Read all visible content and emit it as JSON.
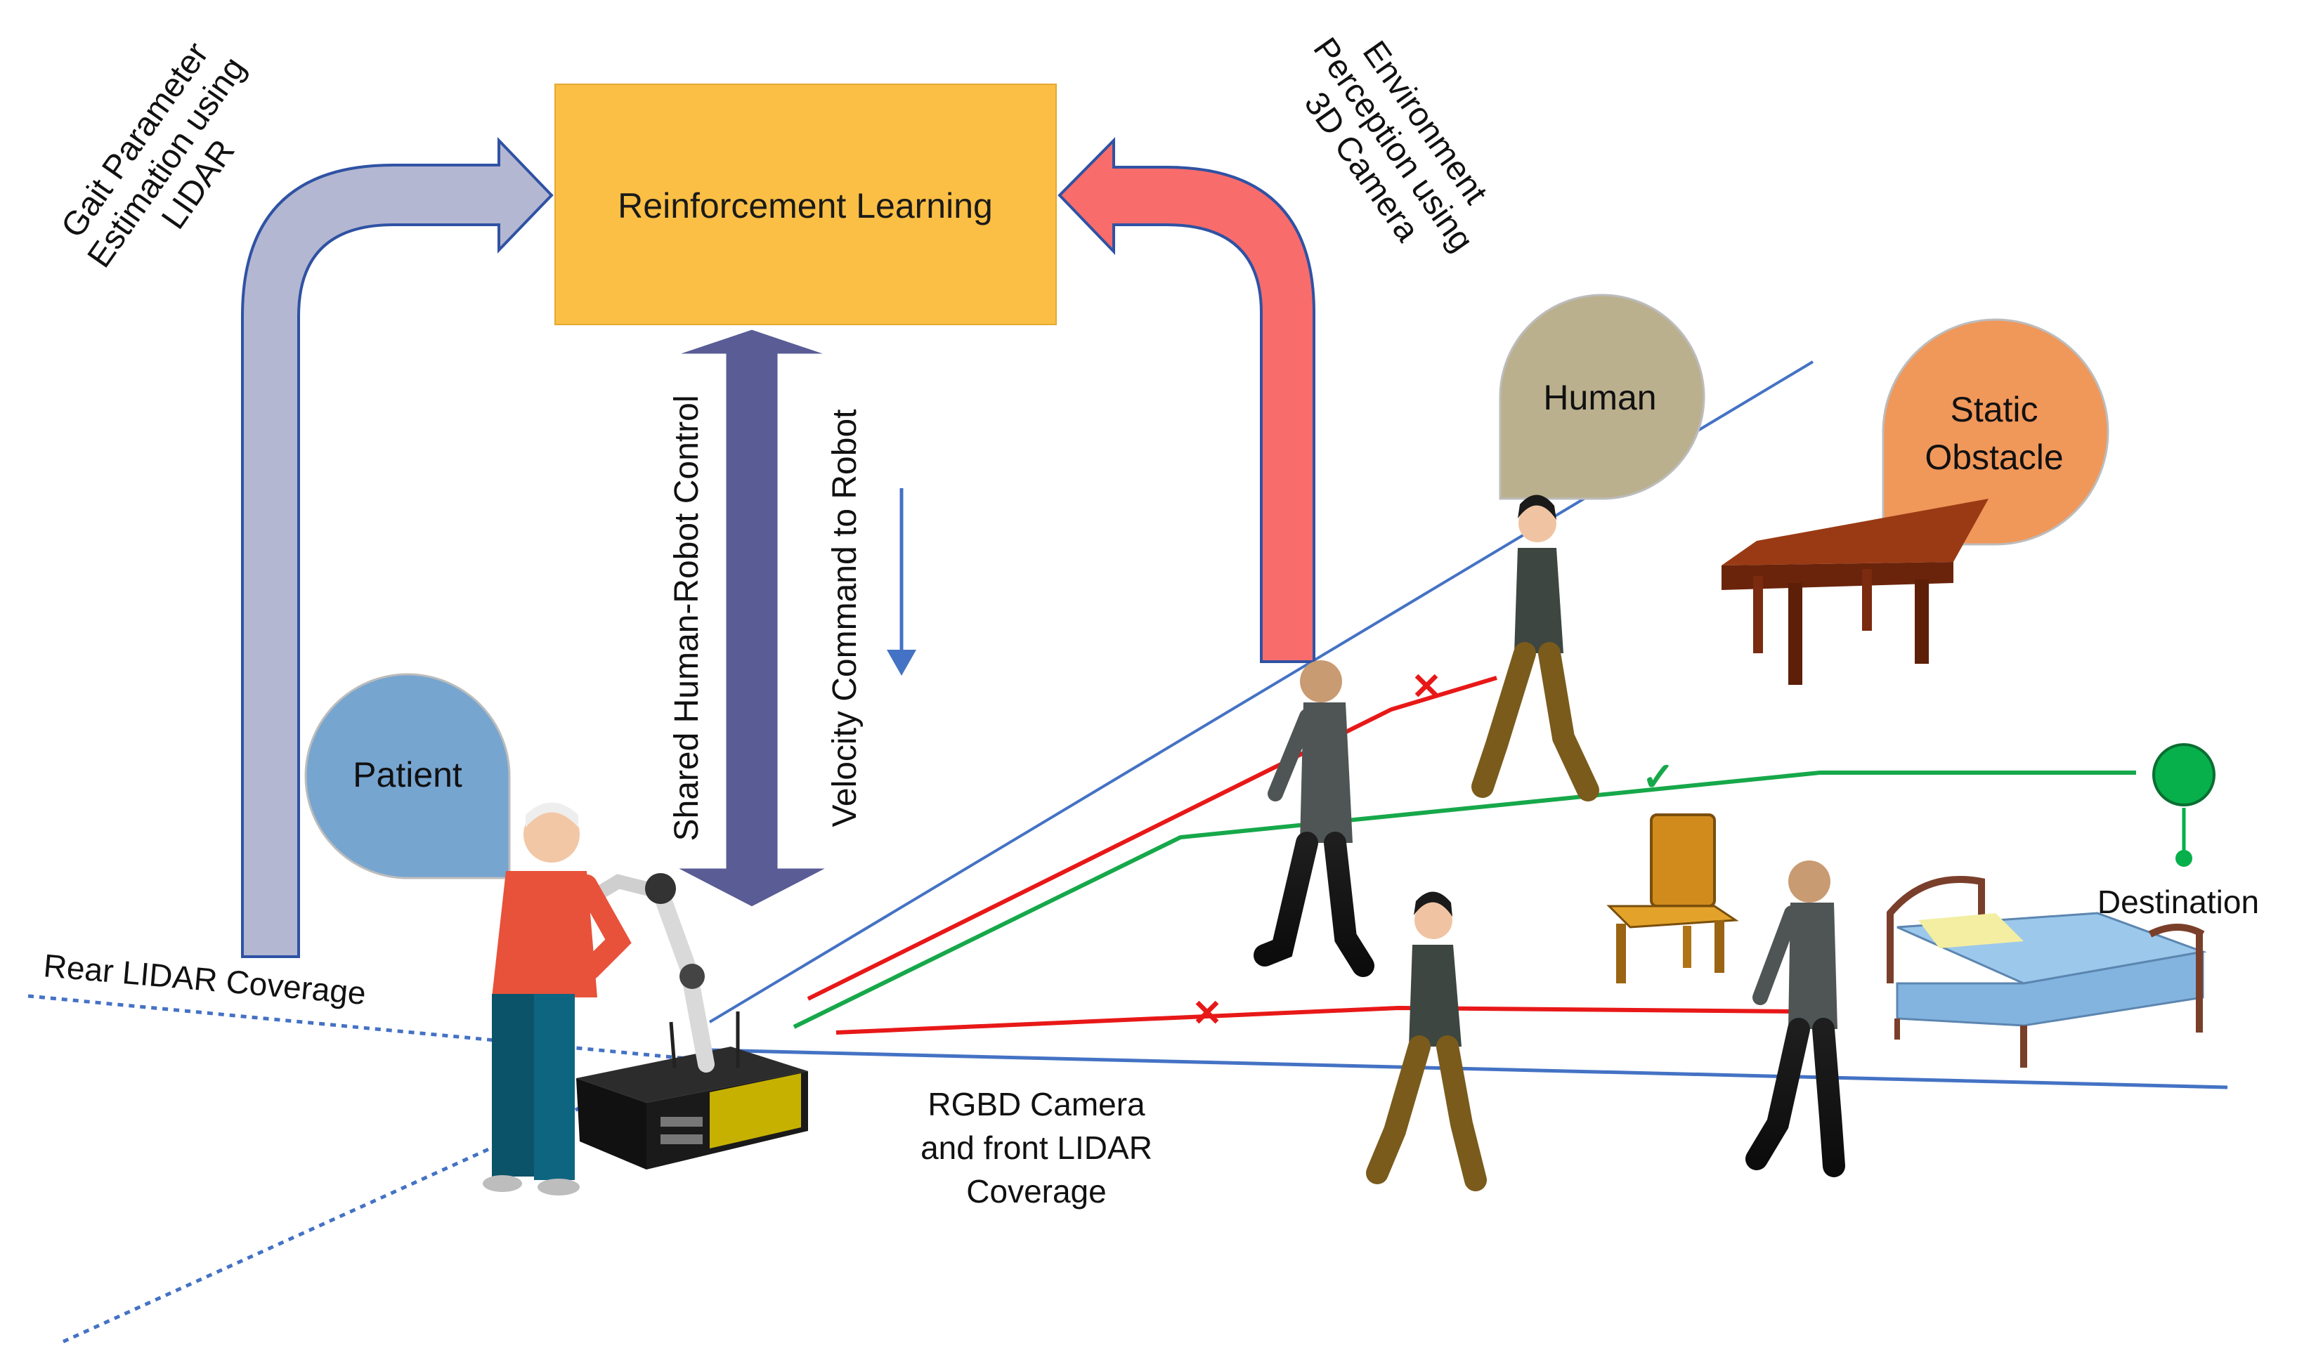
{
  "labels": {
    "rl_box": "Reinforcement Learning",
    "gait_line1": "Gait Parameter",
    "gait_line2": "Estimation using",
    "gait_line3": "LIDAR",
    "env_line1": "Environment",
    "env_line2": "Perception using",
    "env_line3": "3D Camera",
    "shared_control": "Shared Human-Robot Control",
    "velocity_command": "Velocity Command to Robot",
    "patient": "Patient",
    "human": "Human",
    "static_line1": "Static",
    "static_line2": "Obstacle",
    "destination": "Destination",
    "rear_lidar": "Rear LIDAR Coverage",
    "front_line1": "RGBD Camera",
    "front_line2": "and front LIDAR",
    "front_line3": "Coverage"
  },
  "marks": {
    "reject": "✕",
    "accept": "✓"
  },
  "colors": {
    "rl_box_fill": "#FBBF45",
    "gait_arrow": "#B4B7D2",
    "env_arrow": "#F96C6C",
    "shared_arrow": "#595C95",
    "patient_bubble": "#76A5D0",
    "human_bubble": "#BBB08E",
    "static_bubble": "#F0975A",
    "coverage_line": "#4472C4",
    "rejected_path": "#E81818",
    "accepted_path": "#16A84A",
    "destination_dot": "#07B04A"
  }
}
